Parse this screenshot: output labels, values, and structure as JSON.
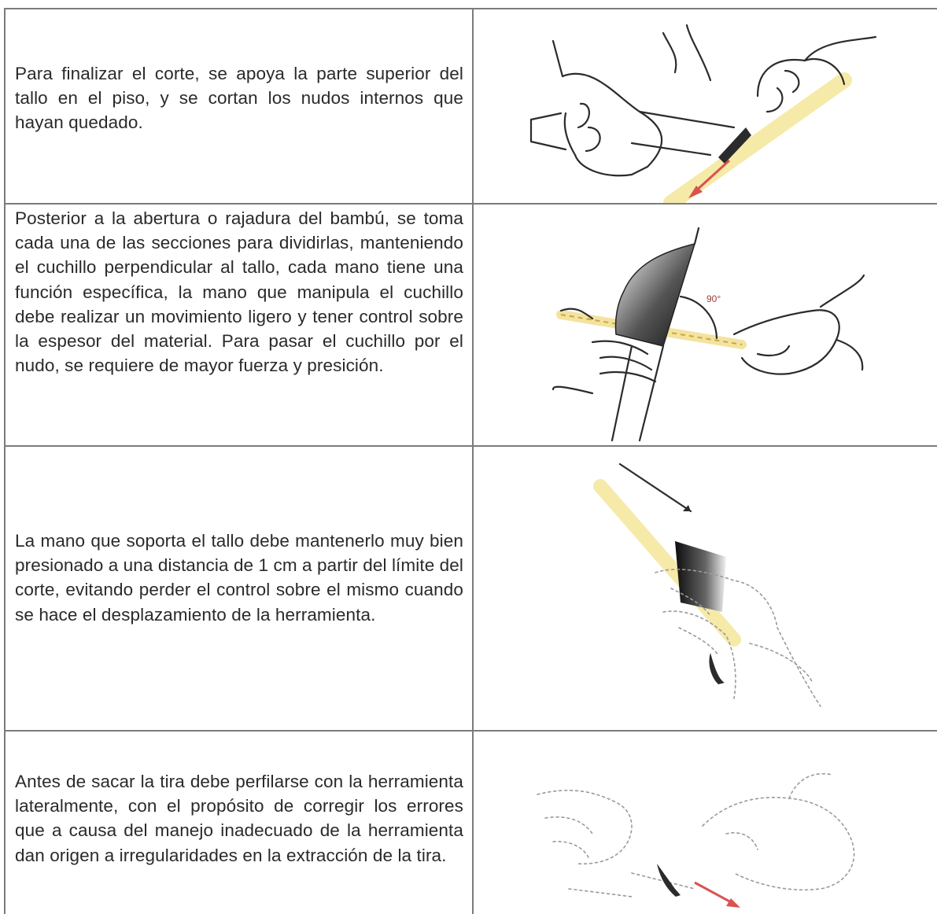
{
  "rows": [
    {
      "text": "Para finalizar el corte, se apoya la parte superior del tallo en el piso, y se cortan los nudos internos que hayan quedado.",
      "illustration": "hands-cutting-internal-nodes"
    },
    {
      "text": "Posterior a la abertura o rajadura del bambú, se toma cada una de las secciones para dividirlas, manteniendo el cuchillo perpendicular al tallo, cada mano tiene una función específica, la mano que manipula el cuchillo debe realizar un movimiento ligero y tener control sobre la espesor del material. Para pasar el cuchillo por el nudo, se requiere de mayor fuerza y presición.",
      "illustration": "knife-perpendicular-to-stem",
      "angle_label": "90°"
    },
    {
      "text": "La mano que soporta el tallo debe mantenerlo muy bien presionado a una distancia de 1 cm a partir del límite del corte, evitando perder el control sobre el mismo cuando se hace el desplazamiento de la herramienta.",
      "illustration": "hand-holding-stem-while-cutting"
    },
    {
      "text": "Antes de sacar la tira debe perfilarse con la herramienta lateralmente, con el propósito de corregir los errores que a causa del manejo inadecuado de la herramienta dan origen a irregularidades en la extracción de la tira.",
      "illustration": "lateral-profiling-of-strip"
    }
  ],
  "colors": {
    "arrow": "#d9534f",
    "stem": "#f3e3a0",
    "border": "#7b7b7b"
  }
}
